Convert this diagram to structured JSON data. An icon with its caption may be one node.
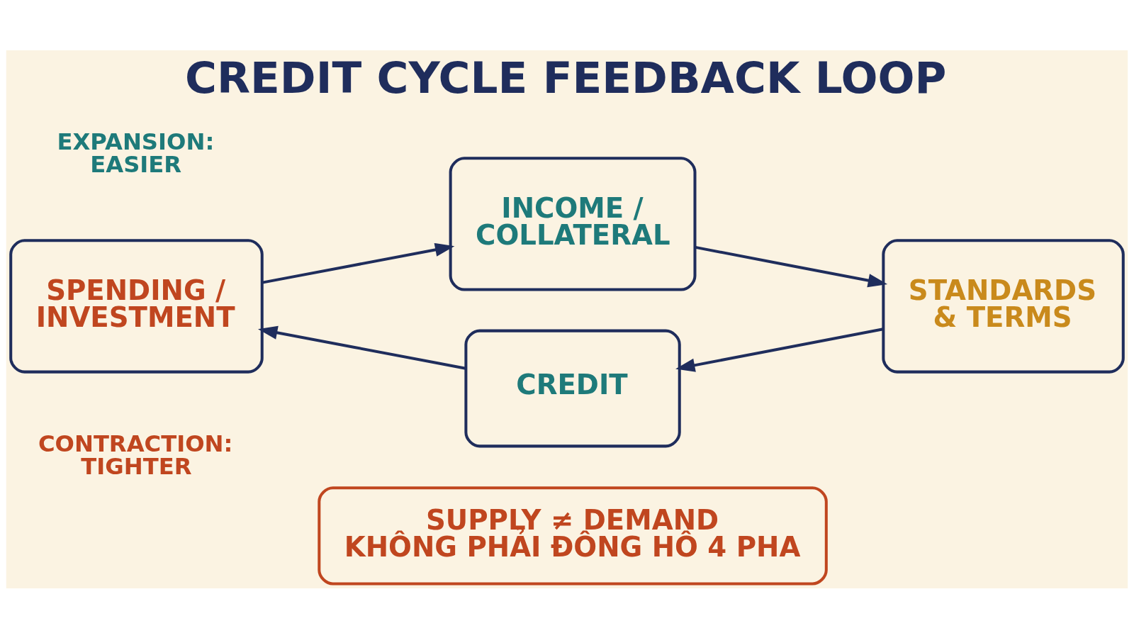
{
  "diagram": {
    "title": "CREDIT CYCLE FEEDBACK LOOP",
    "nodes": [
      {
        "text": [
          "INCOME / COLLATERAL"
        ]
      },
      {
        "text": [
          "STANDARDS & TERMS"
        ]
      },
      {
        "text": [
          "CREDIT"
        ]
      },
      {
        "text": [
          "SPENDING / INVESTMENT"
        ]
      },
      {
        "text": [
          "SUPPLY ≠ DEMAND",
          "KHÔNG PHẢI ĐÔNG HÔ 4 PHA"
        ]
      }
    ],
    "edges": [
      {
        "from": 0,
        "to": 1,
        "arrow": "to"
      },
      {
        "from": 1,
        "to": 2,
        "arrow": "to"
      },
      {
        "from": 2,
        "to": 3,
        "arrow": "to"
      },
      {
        "from": 3,
        "to": 0,
        "arrow": "to"
      }
    ],
    "labels": [
      "EXPANSION: EASIER",
      "CONTRACTION: TIGHTER"
    ]
  }
}
